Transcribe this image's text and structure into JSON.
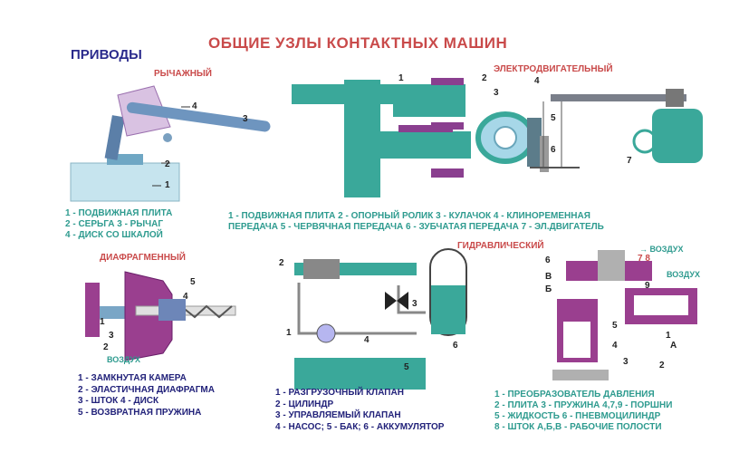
{
  "title": "ОБЩИЕ УЗЛЫ КОНТАКТНЫХ МАШИН",
  "drives_label": "ПРИВОДЫ",
  "sections": {
    "lever": "РЫЧАЖНЫЙ",
    "electric": "ЭЛЕКТРОДВИГАТЕЛЬНЫЙ",
    "diaphragm": "ДИАФРАГМЕННЫЙ",
    "hydraulic": "ГИДРАВЛИЧЕСКИЙ"
  },
  "lever_legend": [
    "1 - ПОДВИЖНАЯ ПЛИТА",
    "2 - СЕРЬГА   3 - РЫЧАГ",
    "4 - ДИСК СО ШКАЛОЙ"
  ],
  "electric_legend": [
    "1 - ПОДВИЖНАЯ ПЛИТА  2 - ОПОРНЫЙ РОЛИК   3 - КУЛАЧОК   4 - КЛИНОРЕМЕННАЯ",
    "ПЕРЕДАЧА  5 - ЧЕРВЯЧНАЯ ПЕРЕДАЧА   6 - ЗУБЧАТАЯ ПЕРЕДАЧА 7 - ЭЛ.ДВИГАТЕЛЬ"
  ],
  "diaphragm_legend": [
    "1 - ЗАМКНУТАЯ КАМЕРА",
    "2 - ЭЛАСТИЧНАЯ ДИАФРАГМА",
    "3 - ШТОК      4 - ДИСК",
    "5 - ВОЗВРАТНАЯ ПРУЖИНА"
  ],
  "hydraulic_legend": [
    "1 - РАЗГРУЗОЧНЫЙ КЛАПАН",
    "2 - ЦИЛИНДР",
    "3 - УПРАВЛЯЕМЫЙ КЛАПАН",
    "4 - НАСОС; 5 - БАК; 6 - АККУМУЛЯТОР"
  ],
  "pneumo_legend": [
    "1 - ПРЕОБРАЗОВАТЕЛЬ  ДАВЛЕНИЯ",
    "2 - ПЛИТА  3 - ПРУЖИНА 4,7,9 - ПОРШНИ",
    "5 - ЖИДКОСТЬ 6 - ПНЕВМОЦИЛИНДР",
    "8 - ШТОК А,Б,В - РАБОЧИЕ ПОЛОСТИ"
  ],
  "labels": {
    "air": "ВОЗДУХ",
    "air_arrow": "→ ВОЗДУХ",
    "n1": "1",
    "n2": "2",
    "n3": "3",
    "n4": "4",
    "n5": "5",
    "n6": "6",
    "n7": "7",
    "n8": "8",
    "n9": "9",
    "n78": "7 8",
    "A": "А",
    "B": "Б",
    "V": "В"
  },
  "colors": {
    "teal": "#3aa89a",
    "purple": "#7a3f8a",
    "red_title": "#c94a4a",
    "blue_text": "#22227a",
    "green_text": "#2e9b8f"
  }
}
